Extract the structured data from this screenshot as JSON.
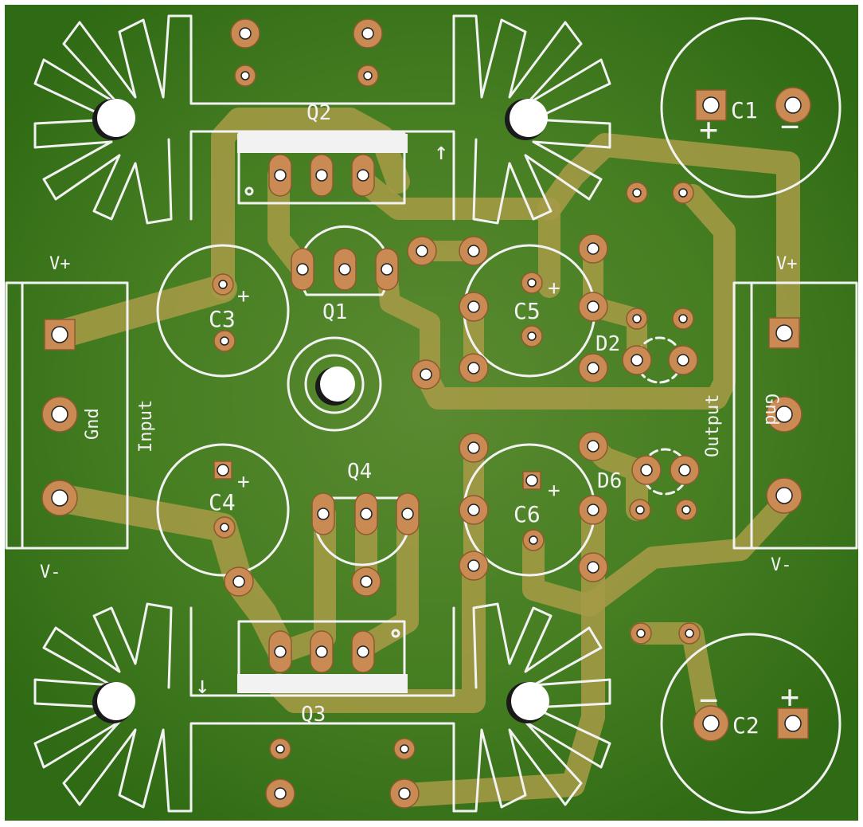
{
  "board": {
    "colors": {
      "soldermask": "#3f7a1f",
      "copper_trace": "#a59a45",
      "pad": "#c98a53",
      "silkscreen": "#f2f2f2",
      "mounting_hole": "#ffffff"
    }
  },
  "labels": {
    "q1": "Q1",
    "q2": "Q2",
    "q3": "Q3",
    "q4": "Q4",
    "c1": "C1",
    "c2": "C2",
    "c3": "C3",
    "c4": "C4",
    "c5": "C5",
    "c6": "C6",
    "d2": "D2",
    "d6": "D6",
    "input": "Input",
    "output": "Output",
    "gnd_left": "Gnd",
    "gnd_right": "Gnd",
    "vplus_left": "V+",
    "vplus_right": "V+",
    "vminus_left": "V-",
    "vminus_right": "V-",
    "plus": "+",
    "minus": "−",
    "arrow_up": "↑",
    "arrow_down": "↓"
  }
}
